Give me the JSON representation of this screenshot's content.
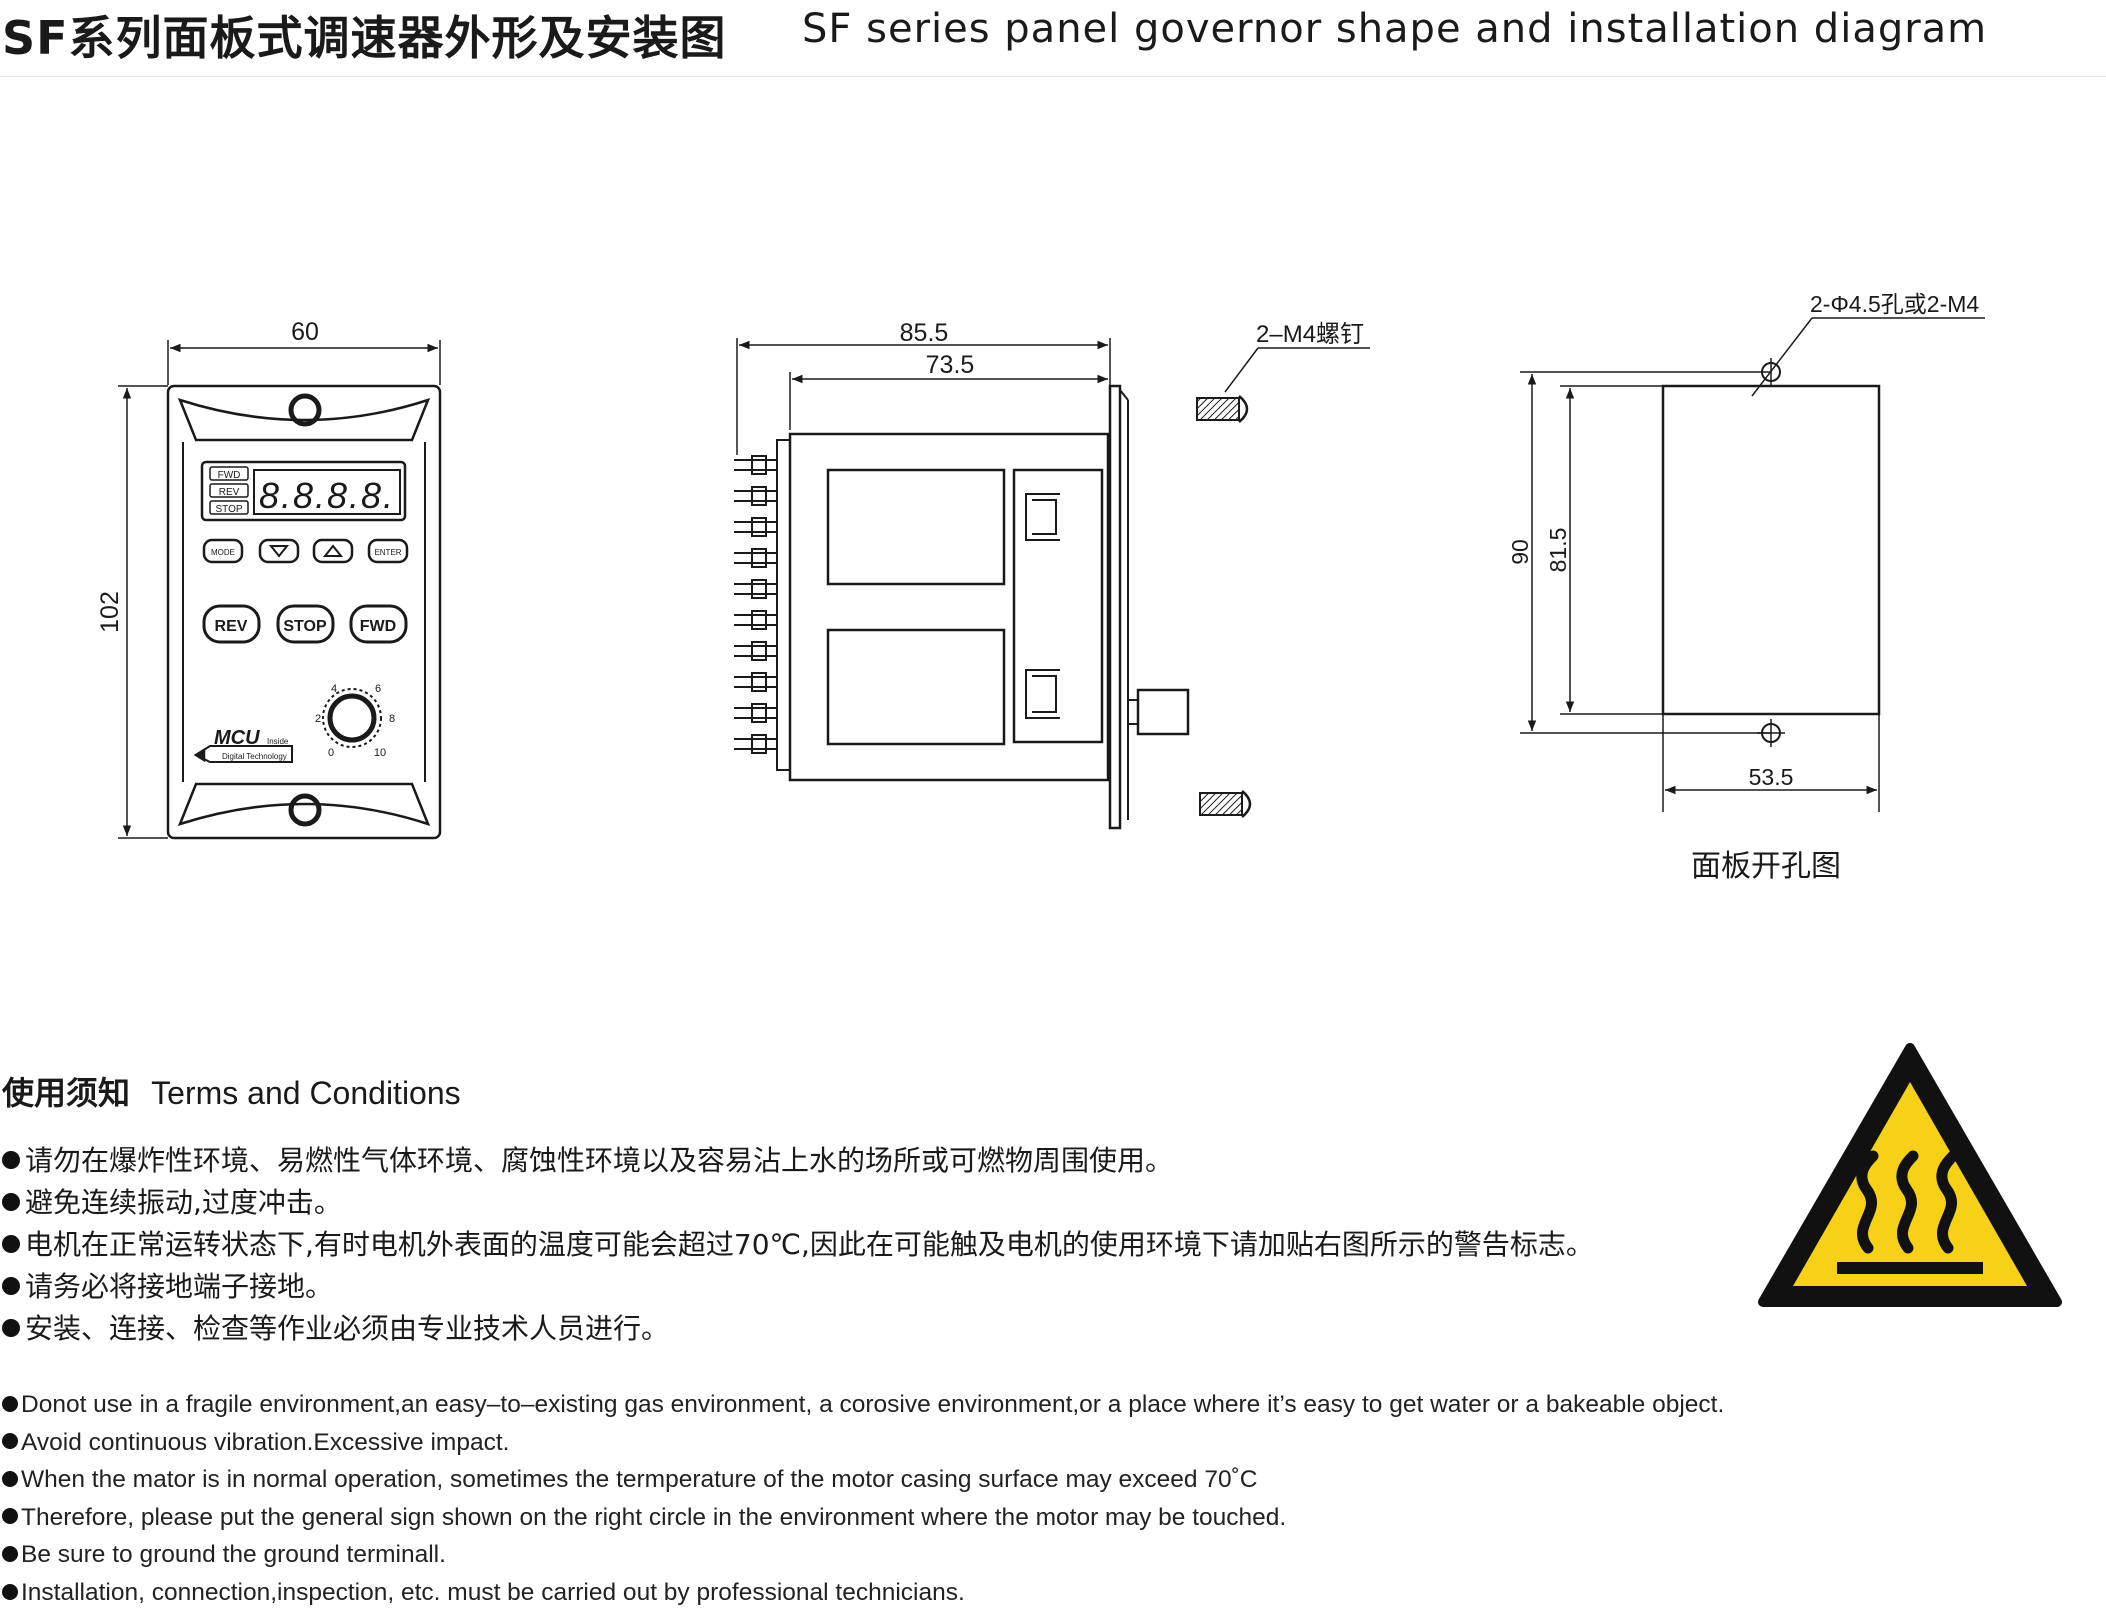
{
  "header": {
    "title_cn": "SF系列面板式调速器外形及安装图",
    "title_en": "SF series panel governor shape and installation diagram"
  },
  "front_view": {
    "width_label": "60",
    "height_label": "102",
    "indicators": [
      "FWD",
      "REV",
      "STOP"
    ],
    "display": "8.8.8.8.",
    "small_buttons": [
      "MODE",
      "ENTER"
    ],
    "big_buttons": [
      "REV",
      "STOP",
      "FWD"
    ],
    "dial_marks": [
      "0",
      "2",
      "4",
      "6",
      "8",
      "10"
    ],
    "brand": "MCU",
    "brand_suffix": "Inside",
    "brand_sub": "Digital Technology"
  },
  "side_view": {
    "overall_length": "85.5",
    "body_length": "73.5",
    "screw_label": "2–M4螺钉"
  },
  "cutout": {
    "hole_label": "2-Φ4.5孔或2-M4",
    "outer_height": "90",
    "inner_height": "81.5",
    "width_label": "53.5",
    "caption": "面板开孔图"
  },
  "terms": {
    "heading_cn": "使用须知",
    "heading_en": "Terms and Conditions",
    "cn_items": [
      "请勿在爆炸性环境、易燃性气体环境、腐蚀性环境以及容易沾上水的场所或可燃物周围使用。",
      "避免连续振动,过度冲击。",
      "电机在正常运转状态下,有时电机外表面的温度可能会超过70℃,因此在可能触及电机的使用环境下请加贴右图所示的警告标志。",
      "请务必将接地端子接地。",
      "安装、连接、检查等作业必须由专业技术人员进行。"
    ],
    "en_items": [
      "Donot use in a fragile environment,an easy–to–existing gas environment, a corosive environment,or a place where it’s easy to get water or a bakeable object.",
      "Avoid continuous vibration.Excessive impact.",
      "When the mator is in normal operation, sometimes the termperature of the motor casing surface may exceed 70˚C",
      "Therefore, please put the general sign shown on the right circle in the environment where the motor may be touched.",
      "Be sure to ground the ground terminall.",
      "Installation, connection,inspection, etc. must be carried out by professional technicians."
    ]
  },
  "colors": {
    "warning_yellow": "#f7d117",
    "warning_black": "#111111",
    "line": "#1a1a1a"
  }
}
